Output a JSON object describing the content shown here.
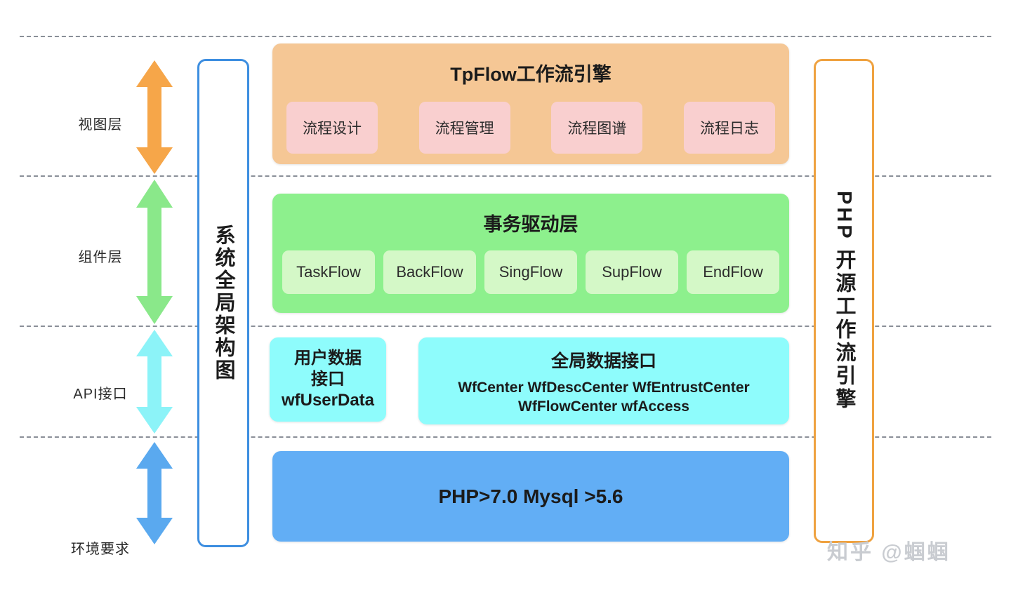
{
  "diagram": {
    "left_rail_label": "系统全局架构图",
    "right_rail_label": "PHP 开源工作流引擎",
    "watermark": "知乎 @蝈蝈",
    "colors": {
      "view_layer": "#f5c795",
      "view_chip": "#f9cfcf",
      "component_layer": "#8df08d",
      "component_chip": "#d4f8c7",
      "api_layer": "#8efcfc",
      "env_layer": "#62aef5",
      "left_rail_border": "#3d8ee0",
      "right_rail_border": "#efa240",
      "divider": "#8a8f98",
      "arrow_view": "#f6a649",
      "arrow_component": "#8ae88a",
      "arrow_api": "#8cf3f8",
      "arrow_env": "#5aa9ef"
    }
  },
  "layers": [
    {
      "label": "视图层",
      "arrow_color": "#f6a649"
    },
    {
      "label": "组件层",
      "arrow_color": "#8ae88a"
    },
    {
      "label": "API接口",
      "arrow_color": "#8cf3f8"
    },
    {
      "label": "环境要求",
      "arrow_color": "#5aa9ef"
    }
  ],
  "view_layer": {
    "title": "TpFlow工作流引擎",
    "items": [
      {
        "label": "流程设计"
      },
      {
        "label": "流程管理"
      },
      {
        "label": "流程图谱"
      },
      {
        "label": "流程日志"
      }
    ]
  },
  "component_layer": {
    "title": "事务驱动层",
    "items": [
      {
        "label": "TaskFlow"
      },
      {
        "label": "BackFlow"
      },
      {
        "label": "SingFlow"
      },
      {
        "label": "SupFlow"
      },
      {
        "label": "EndFlow"
      }
    ]
  },
  "api_layer": {
    "user_interface": {
      "line1": "用户数据",
      "line2": "接口",
      "line3": "wfUserData"
    },
    "global_interface": {
      "title": "全局数据接口",
      "detail": "WfCenter WfDescCenter WfEntrustCenter WfFlowCenter wfAccess"
    }
  },
  "env_layer": {
    "title": "PHP>7.0 Mysql >5.6"
  }
}
